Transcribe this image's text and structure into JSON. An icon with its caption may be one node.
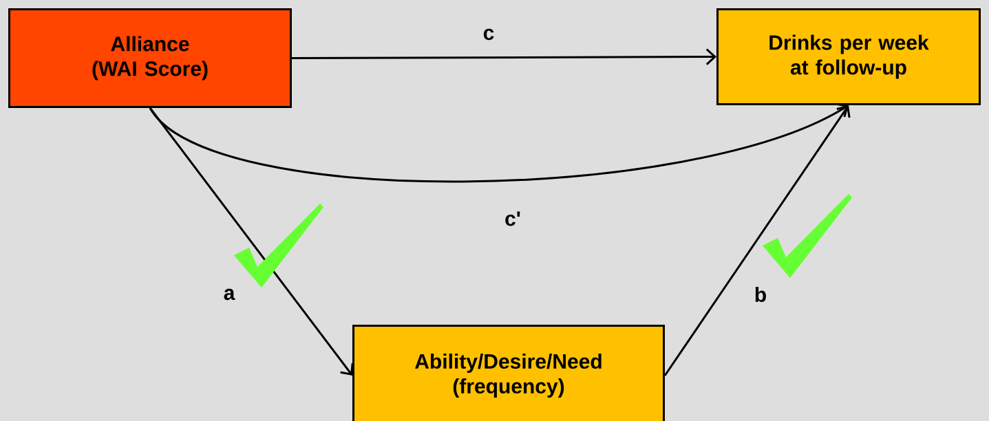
{
  "diagram": {
    "nodes": [
      {
        "text": [
          "Alliance (WAI Score)"
        ]
      },
      {
        "text": [
          "Drinks per week at follow-up"
        ]
      },
      {
        "text": [
          "Ability/Desire/Need (frequency)"
        ]
      }
    ],
    "edges": [
      {
        "from": 0,
        "to": 1,
        "arrow": "to",
        "label": "c"
      },
      {
        "from": 0,
        "to": 1,
        "arrow": "to",
        "label": "c'"
      },
      {
        "from": 0,
        "to": 2,
        "arrow": "to",
        "label": "a"
      },
      {
        "from": 2,
        "to": 1,
        "arrow": "to",
        "label": "b"
      }
    ]
  }
}
